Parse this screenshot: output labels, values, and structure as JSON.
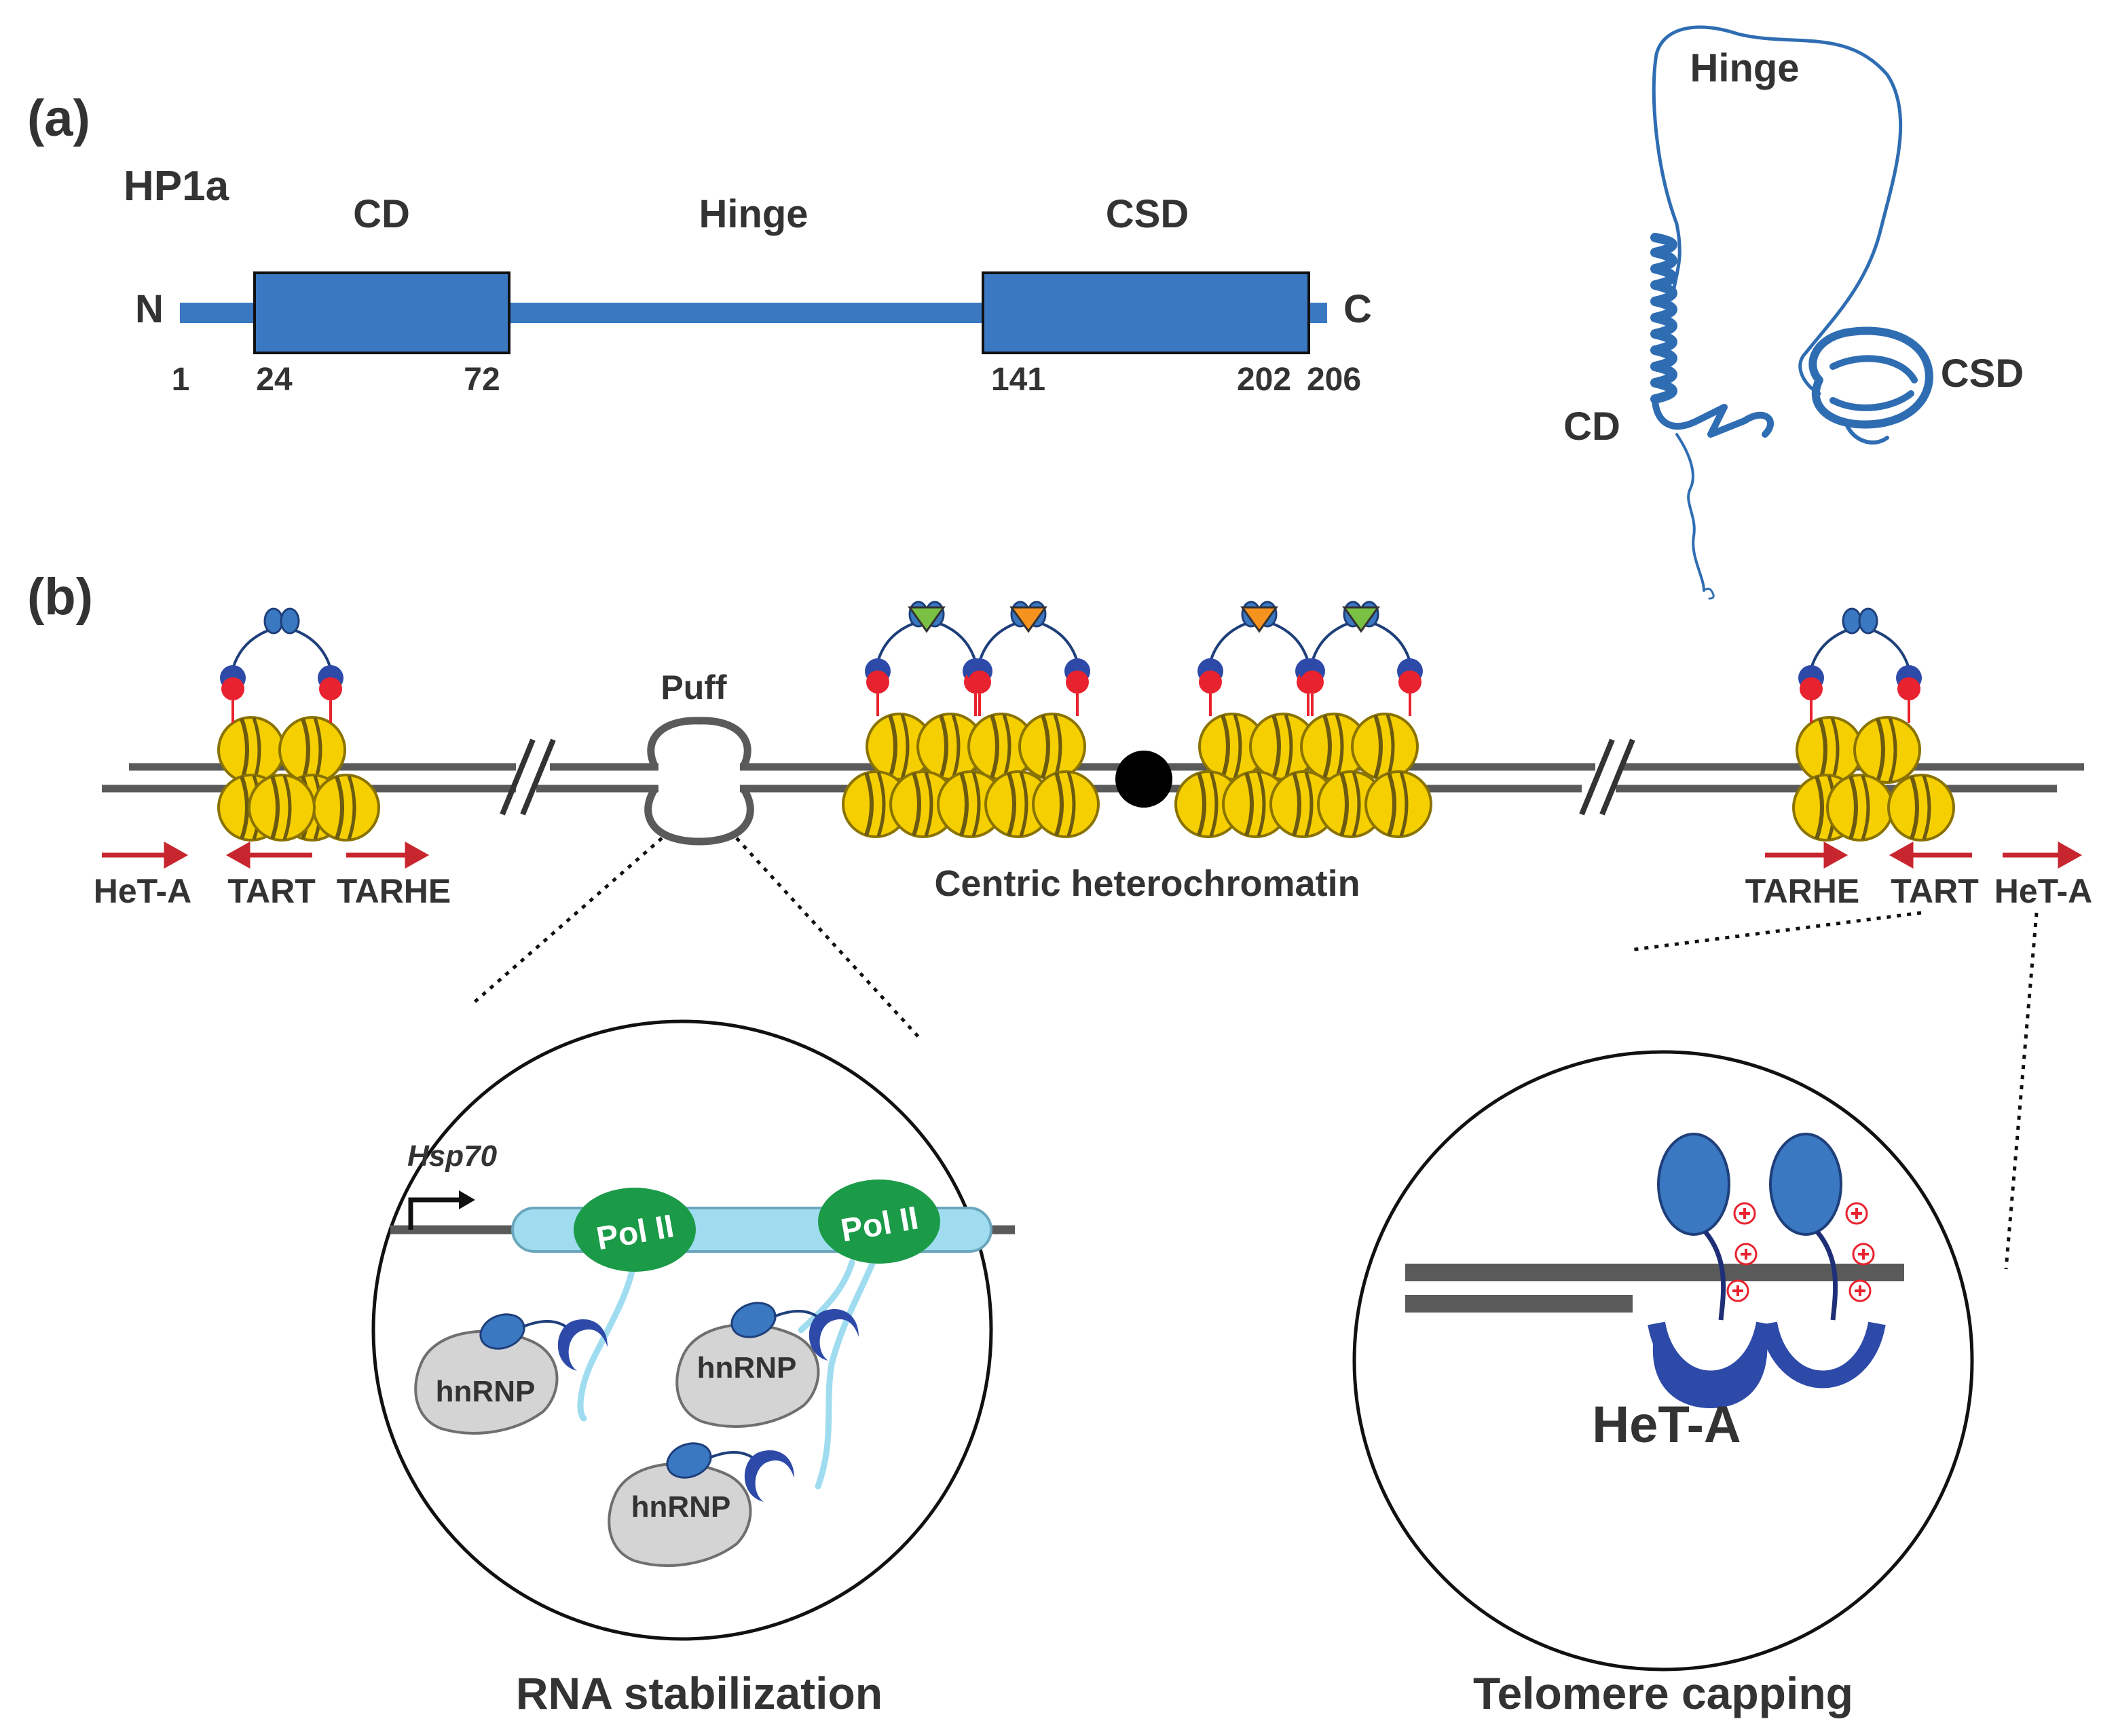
{
  "panel_a": {
    "label": "(a)",
    "protein": "HP1a",
    "domains": {
      "cd": "CD",
      "hinge": "Hinge",
      "csd": "CSD"
    },
    "termini": {
      "n": "N",
      "c": "C"
    },
    "positions": [
      "1",
      "24",
      "72",
      "141",
      "202",
      "206"
    ],
    "structure_labels": {
      "hinge": "Hinge",
      "cd": "CD",
      "csd": "CSD"
    }
  },
  "panel_b": {
    "label": "(b)",
    "puff": "Puff",
    "centric": "Centric heterochromatin",
    "left_elements": [
      "HeT-A",
      "TART",
      "TARHE"
    ],
    "right_elements": [
      "TARHE",
      "TART",
      "HeT-A"
    ],
    "rna_zoom": {
      "gene": "Hsp70",
      "pol": "Pol II",
      "hnrnp": "hnRNP",
      "caption": "RNA stabilization"
    },
    "telomere_zoom": {
      "element": "HeT-A",
      "caption": "Telomere capping"
    }
  },
  "colors": {
    "hp1_blue": "#3a78c2",
    "csd_navy": "#2e4aa8",
    "nucleosome": "#f5cf00",
    "methyl_red": "#e8222e",
    "pol_green": "#1b9a48",
    "transcript": "#9fdcf0",
    "arrow_red": "#c8262e",
    "mark_green": "#7ac143",
    "mark_orange": "#f6921e"
  }
}
